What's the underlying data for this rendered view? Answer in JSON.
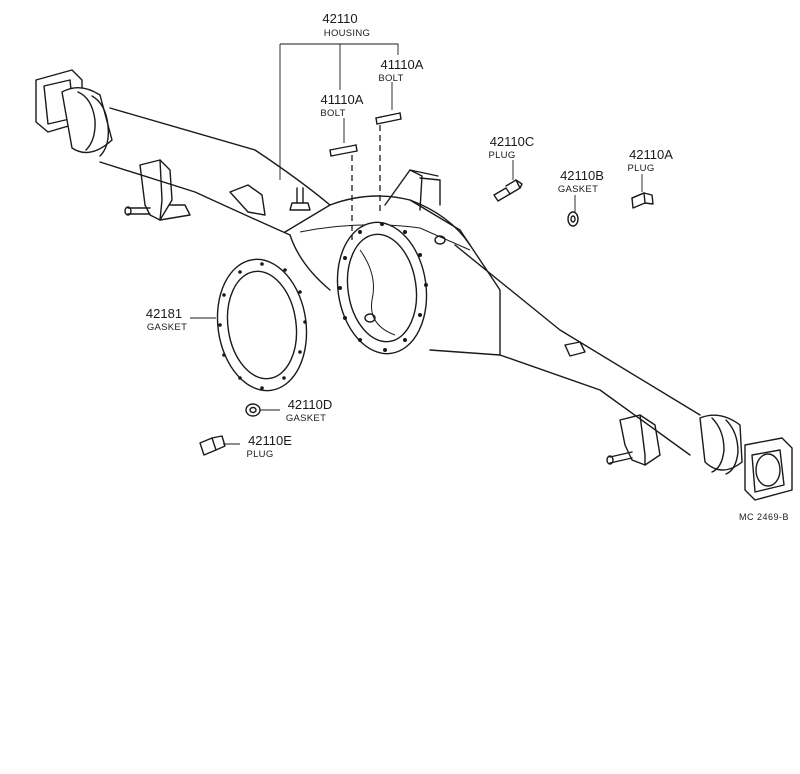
{
  "labels": {
    "housing": {
      "number": "42110",
      "name": "HOUSING"
    },
    "bolt_upper": {
      "number": "41110A",
      "name": "BOLT"
    },
    "bolt_lower": {
      "number": "41110A",
      "name": "BOLT"
    },
    "plug_c": {
      "number": "42110C",
      "name": "PLUG"
    },
    "gasket_b": {
      "number": "42110B",
      "name": "GASKET"
    },
    "plug_a": {
      "number": "42110A",
      "name": "PLUG"
    },
    "gasket_main": {
      "number": "42181",
      "name": "GASKET"
    },
    "gasket_d": {
      "number": "42110D",
      "name": "GASKET"
    },
    "plug_e": {
      "number": "42110E",
      "name": "PLUG"
    }
  },
  "diagram_code": "MC 2469-B",
  "colors": {
    "ink": "#1a1a1a",
    "paper": "#ffffff"
  }
}
